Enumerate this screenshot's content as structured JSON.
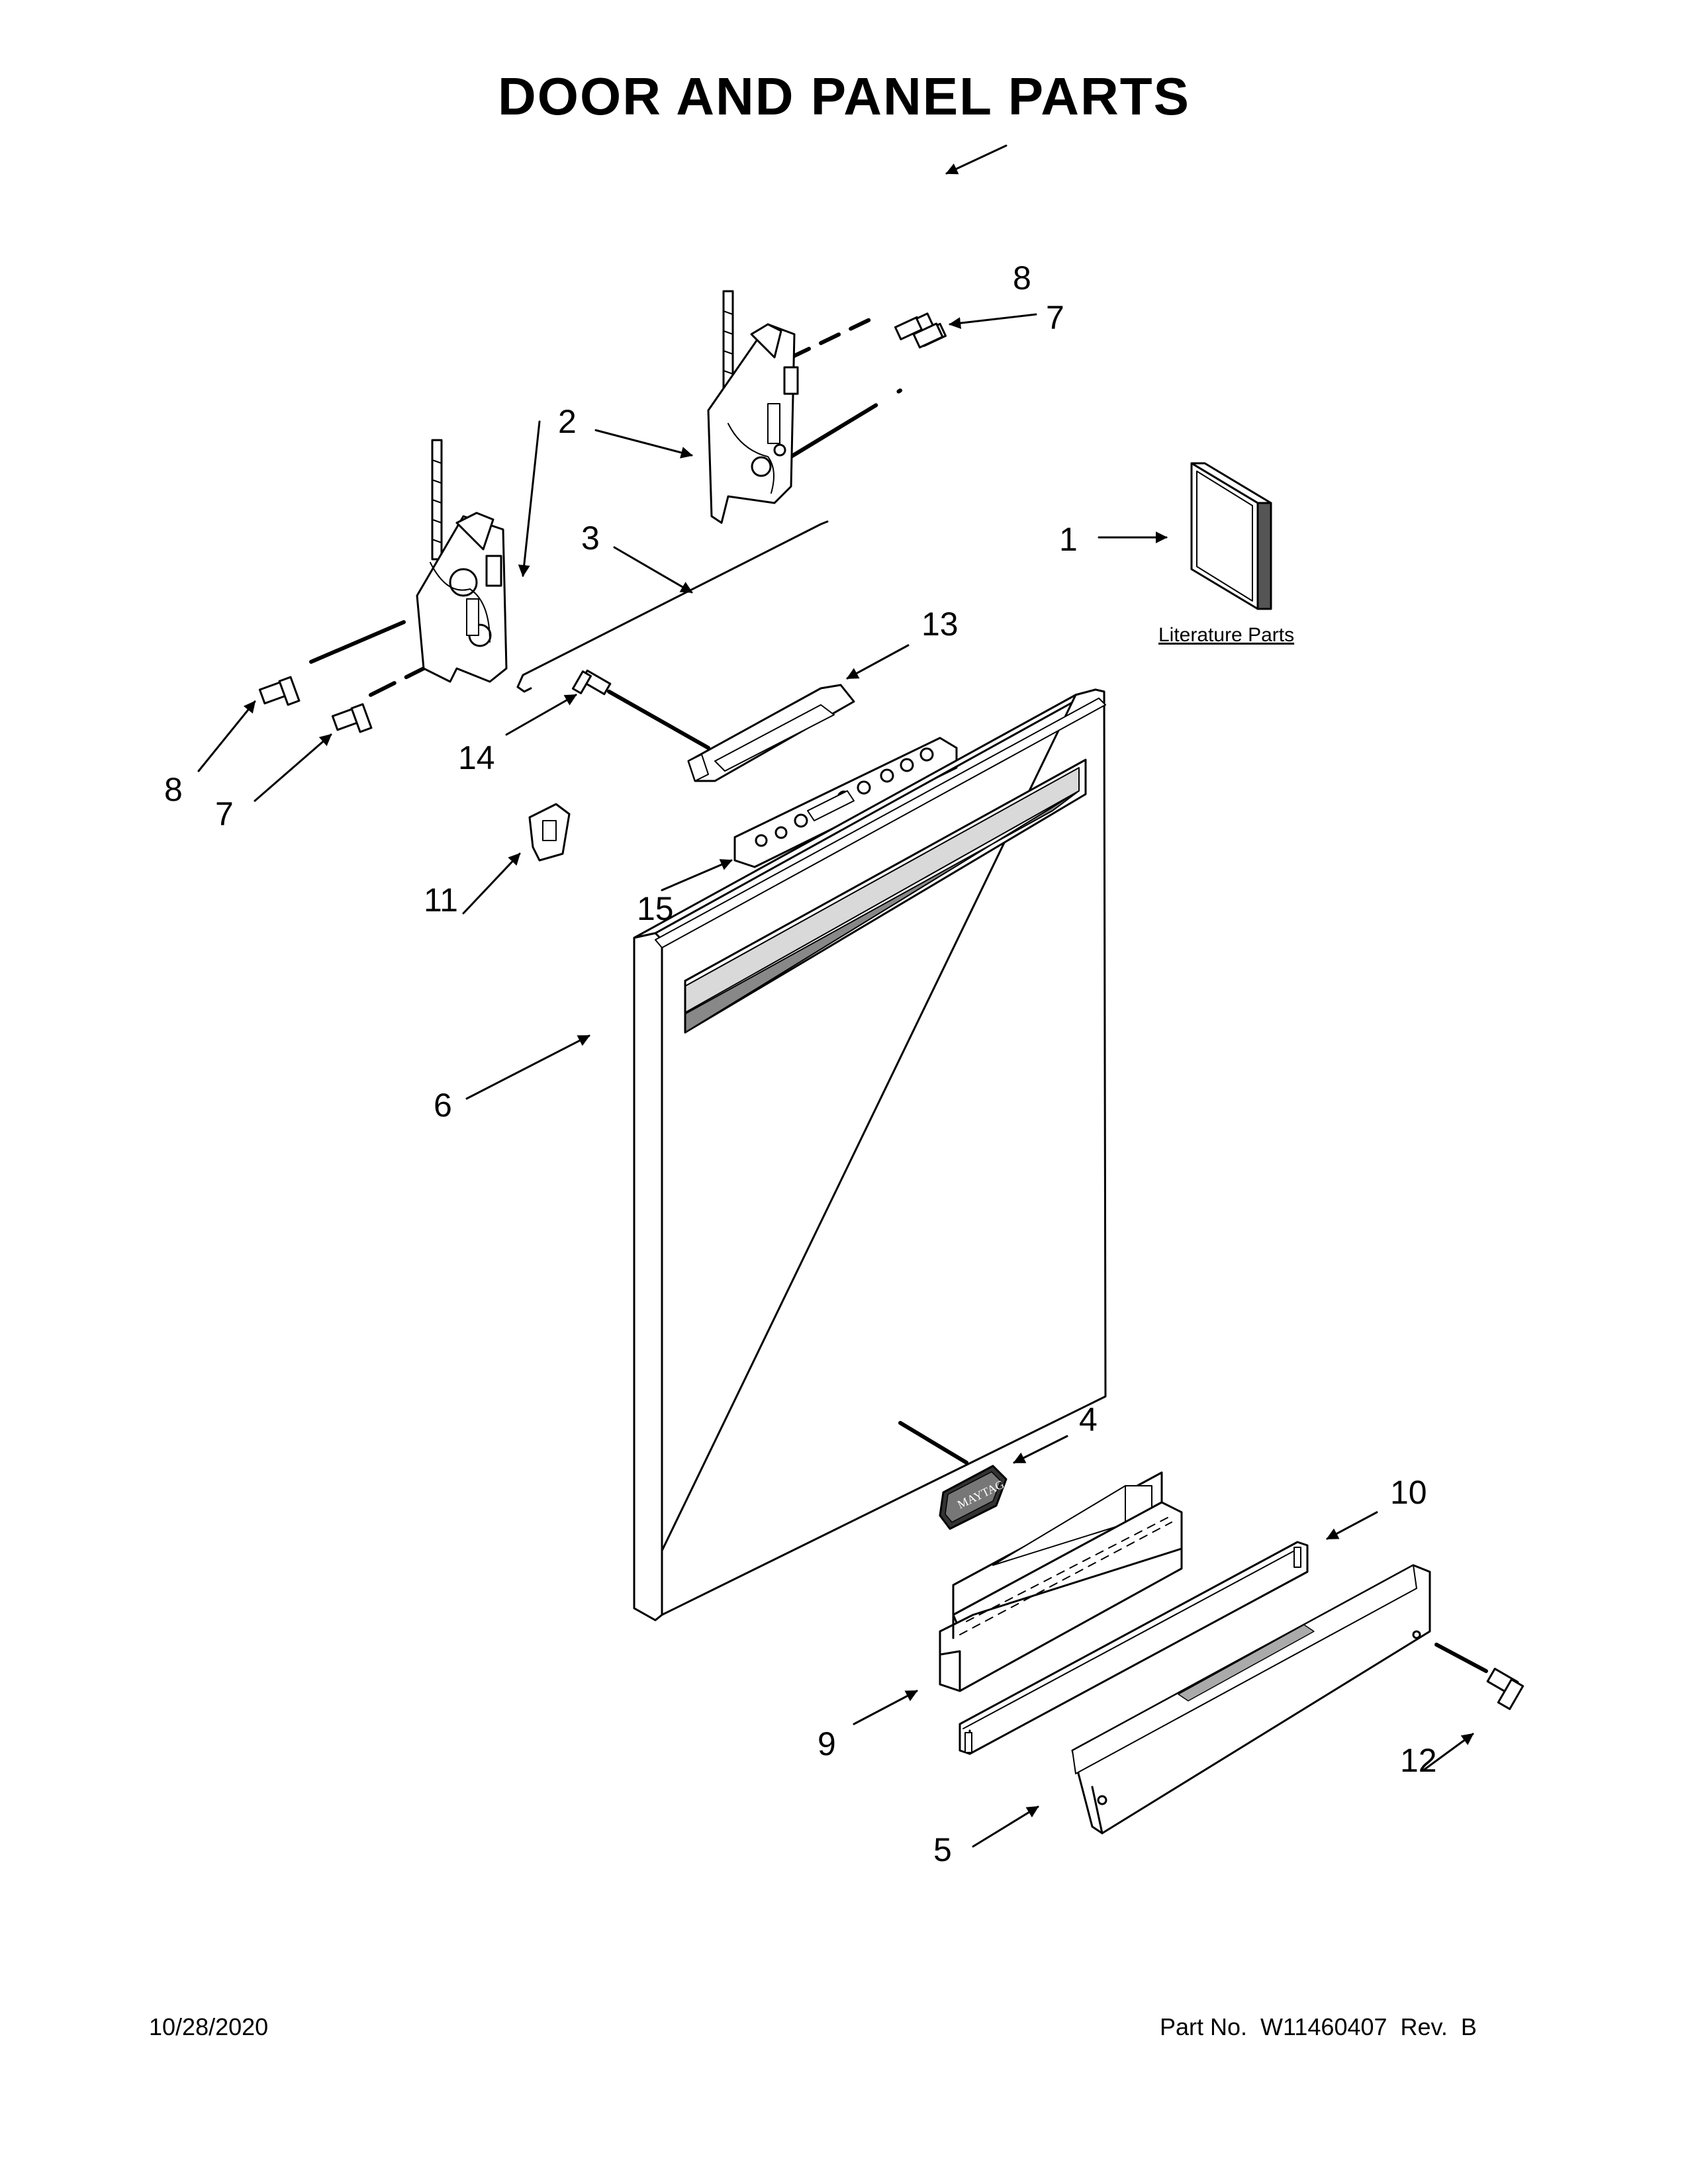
{
  "title": "DOOR AND PANEL PARTS",
  "callouts": {
    "c1": "1",
    "c2": "2",
    "c3": "3",
    "c4": "4",
    "c5": "5",
    "c6": "6",
    "c7a": "7",
    "c7b": "7",
    "c8a": "8",
    "c8b": "8",
    "c9": "9",
    "c10": "10",
    "c11": "11",
    "c12": "12",
    "c13": "13",
    "c14": "14",
    "c15": "15"
  },
  "literature_label": "Literature Parts",
  "badge_text": "MAYTAG",
  "footer": {
    "date": "10/28/2020",
    "part_no": "Part No.  W11460407  Rev.  B"
  },
  "colors": {
    "line": "#000000",
    "fill": "#ffffff",
    "gray": "#d9d9d9",
    "dark": "#333333"
  }
}
